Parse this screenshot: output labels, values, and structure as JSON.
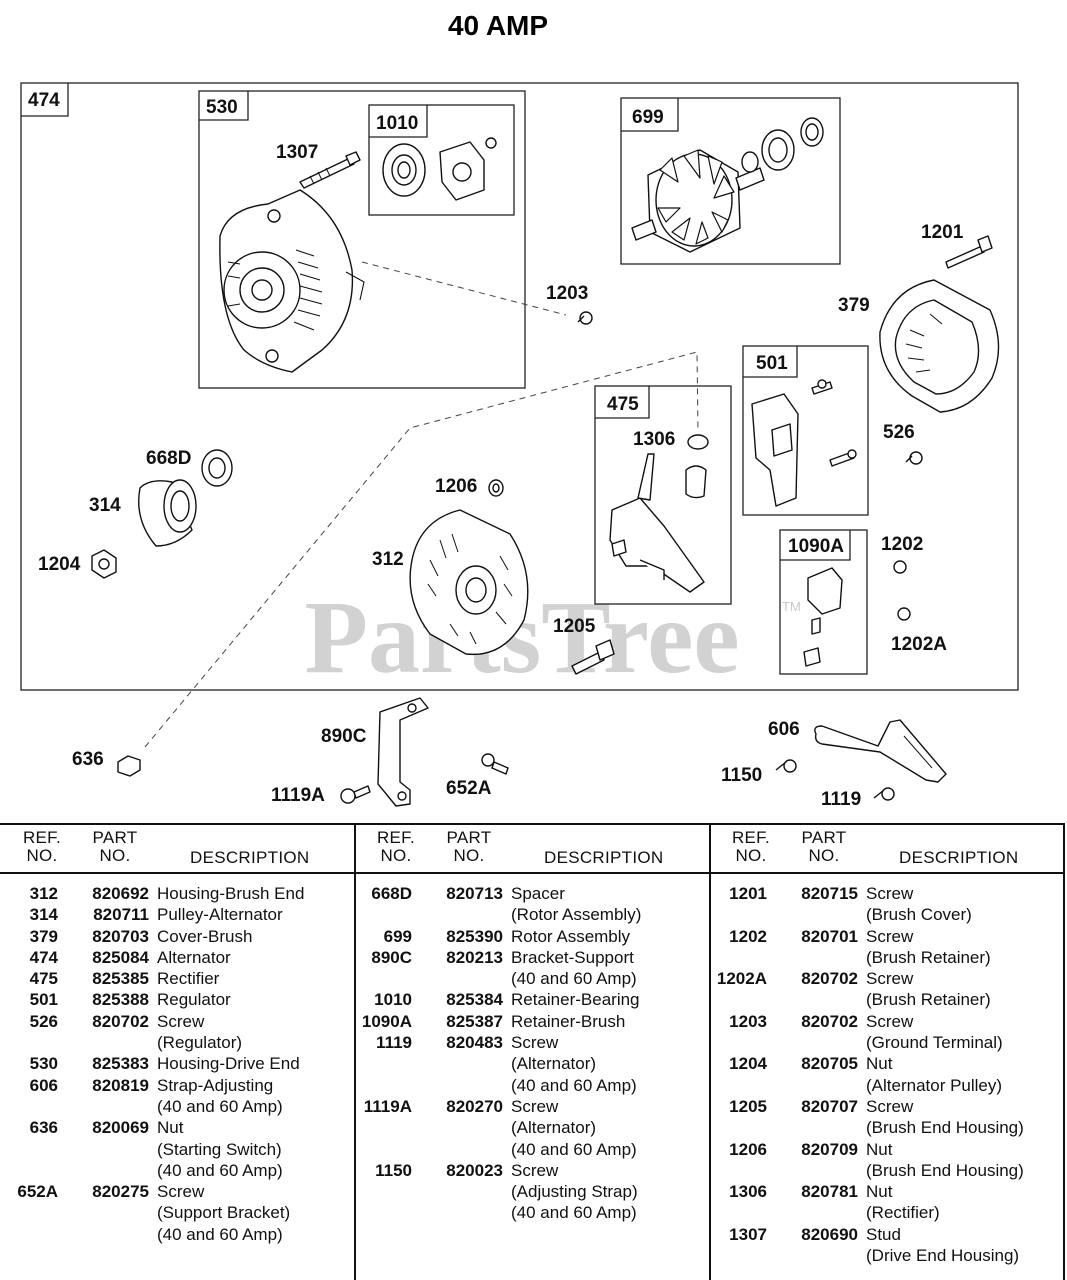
{
  "title": "40 AMP",
  "watermark": "PartsTree",
  "trademark": "TM",
  "callouts": [
    {
      "id": "c474",
      "label": "474"
    },
    {
      "id": "c530",
      "label": "530"
    },
    {
      "id": "c1010",
      "label": "1010"
    },
    {
      "id": "c699",
      "label": "699"
    },
    {
      "id": "c501",
      "label": "501"
    },
    {
      "id": "c475",
      "label": "475"
    },
    {
      "id": "c1090A",
      "label": "1090A"
    },
    {
      "id": "c1307",
      "label": "1307"
    },
    {
      "id": "c1201",
      "label": "1201"
    },
    {
      "id": "c1203",
      "label": "1203"
    },
    {
      "id": "c379",
      "label": "379"
    },
    {
      "id": "c1306",
      "label": "1306"
    },
    {
      "id": "c526",
      "label": "526"
    },
    {
      "id": "c668D",
      "label": "668D"
    },
    {
      "id": "c1206",
      "label": "1206"
    },
    {
      "id": "c314",
      "label": "314"
    },
    {
      "id": "c1202",
      "label": "1202"
    },
    {
      "id": "c312",
      "label": "312"
    },
    {
      "id": "c1204",
      "label": "1204"
    },
    {
      "id": "c1205",
      "label": "1205"
    },
    {
      "id": "c1202A",
      "label": "1202A"
    },
    {
      "id": "c606",
      "label": "606"
    },
    {
      "id": "c890C",
      "label": "890C"
    },
    {
      "id": "c636",
      "label": "636"
    },
    {
      "id": "c1150",
      "label": "1150"
    },
    {
      "id": "c652A",
      "label": "652A"
    },
    {
      "id": "c1119A",
      "label": "1119A"
    },
    {
      "id": "c1119",
      "label": "1119"
    }
  ],
  "table": {
    "headers": {
      "ref": [
        "REF.",
        "NO."
      ],
      "part": [
        "PART",
        "NO."
      ],
      "desc": "DESCRIPTION"
    },
    "columns": [
      [
        {
          "ref": "312",
          "part": "820692",
          "desc": [
            "Housing-Brush End"
          ]
        },
        {
          "ref": "314",
          "part": "820711",
          "desc": [
            "Pulley-Alternator"
          ]
        },
        {
          "ref": "379",
          "part": "820703",
          "desc": [
            "Cover-Brush"
          ]
        },
        {
          "ref": "474",
          "part": "825084",
          "desc": [
            "Alternator"
          ]
        },
        {
          "ref": "475",
          "part": "825385",
          "desc": [
            "Rectifier"
          ]
        },
        {
          "ref": "501",
          "part": "825388",
          "desc": [
            "Regulator"
          ]
        },
        {
          "ref": "526",
          "part": "820702",
          "desc": [
            "Screw",
            "(Regulator)"
          ]
        },
        {
          "ref": "530",
          "part": "825383",
          "desc": [
            "Housing-Drive End"
          ]
        },
        {
          "ref": "606",
          "part": "820819",
          "desc": [
            "Strap-Adjusting",
            "(40 and 60 Amp)"
          ]
        },
        {
          "ref": "636",
          "part": "820069",
          "desc": [
            "Nut",
            "(Starting Switch)",
            "(40 and 60 Amp)"
          ]
        },
        {
          "ref": "652A",
          "part": "820275",
          "desc": [
            "Screw",
            "(Support Bracket)",
            "(40 and 60 Amp)"
          ]
        }
      ],
      [
        {
          "ref": "668D",
          "part": "820713",
          "desc": [
            "Spacer",
            "(Rotor Assembly)"
          ]
        },
        {
          "ref": "699",
          "part": "825390",
          "desc": [
            "Rotor Assembly"
          ]
        },
        {
          "ref": "890C",
          "part": "820213",
          "desc": [
            "Bracket-Support",
            "(40 and 60 Amp)"
          ]
        },
        {
          "ref": "1010",
          "part": "825384",
          "desc": [
            "Retainer-Bearing"
          ]
        },
        {
          "ref": "1090A",
          "part": "825387",
          "desc": [
            "Retainer-Brush"
          ]
        },
        {
          "ref": "1119",
          "part": "820483",
          "desc": [
            "Screw",
            "(Alternator)",
            "(40 and 60 Amp)"
          ]
        },
        {
          "ref": "1119A",
          "part": "820270",
          "desc": [
            "Screw",
            "(Alternator)",
            "(40 and 60 Amp)"
          ]
        },
        {
          "ref": "1150",
          "part": "820023",
          "desc": [
            "Screw",
            "(Adjusting Strap)",
            "(40 and 60 Amp)"
          ]
        }
      ],
      [
        {
          "ref": "1201",
          "part": "820715",
          "desc": [
            "Screw",
            "(Brush Cover)"
          ]
        },
        {
          "ref": "1202",
          "part": "820701",
          "desc": [
            "Screw",
            "(Brush Retainer)"
          ]
        },
        {
          "ref": "1202A",
          "part": "820702",
          "desc": [
            "Screw",
            "(Brush Retainer)"
          ]
        },
        {
          "ref": "1203",
          "part": "820702",
          "desc": [
            "Screw",
            "(Ground Terminal)"
          ]
        },
        {
          "ref": "1204",
          "part": "820705",
          "desc": [
            "Nut",
            "(Alternator Pulley)"
          ]
        },
        {
          "ref": "1205",
          "part": "820707",
          "desc": [
            "Screw",
            "(Brush End Housing)"
          ]
        },
        {
          "ref": "1206",
          "part": "820709",
          "desc": [
            "Nut",
            "(Brush End Housing)"
          ]
        },
        {
          "ref": "1306",
          "part": "820781",
          "desc": [
            "Nut",
            "(Rectifier)"
          ]
        },
        {
          "ref": "1307",
          "part": "820690",
          "desc": [
            "Stud",
            "(Drive End Housing)"
          ]
        }
      ]
    ]
  }
}
